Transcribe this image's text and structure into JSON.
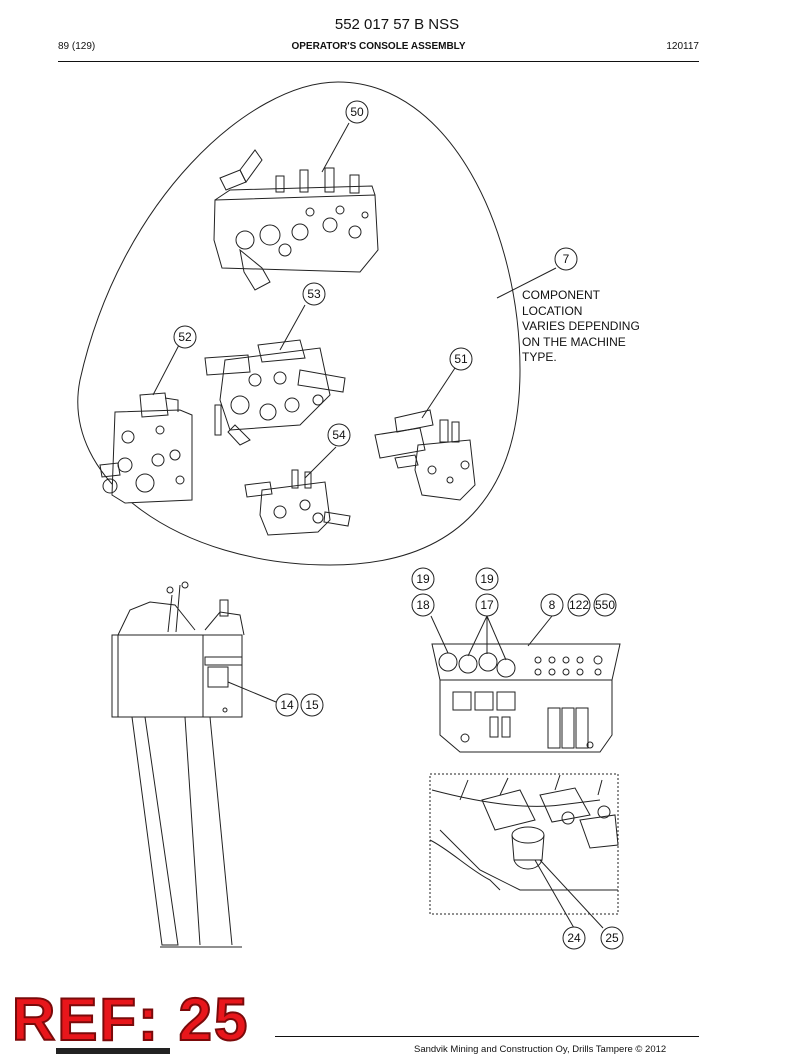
{
  "header": {
    "doc_number": "552 017 57 B NSS",
    "page": "89 (129)",
    "section_title": "OPERATOR'S CONSOLE ASSEMBLY",
    "date_code": "120117"
  },
  "note": {
    "lines": [
      "COMPONENT",
      "LOCATION",
      "VARIES DEPENDING",
      "ON THE MACHINE",
      "TYPE."
    ]
  },
  "callouts": {
    "c50": "50",
    "c7": "7",
    "c53": "53",
    "c52": "52",
    "c51": "51",
    "c54": "54",
    "c19a": "19",
    "c19b": "19",
    "c18": "18",
    "c17": "17",
    "c8": "8",
    "c122": "122",
    "c550": "550",
    "c14": "14",
    "c15": "15",
    "c24": "24",
    "c25": "25"
  },
  "ref_stamp": "REF: 25",
  "footer": {
    "copyright": "Sandvik Mining and Construction Oy, Drills Tampere © 2012"
  }
}
